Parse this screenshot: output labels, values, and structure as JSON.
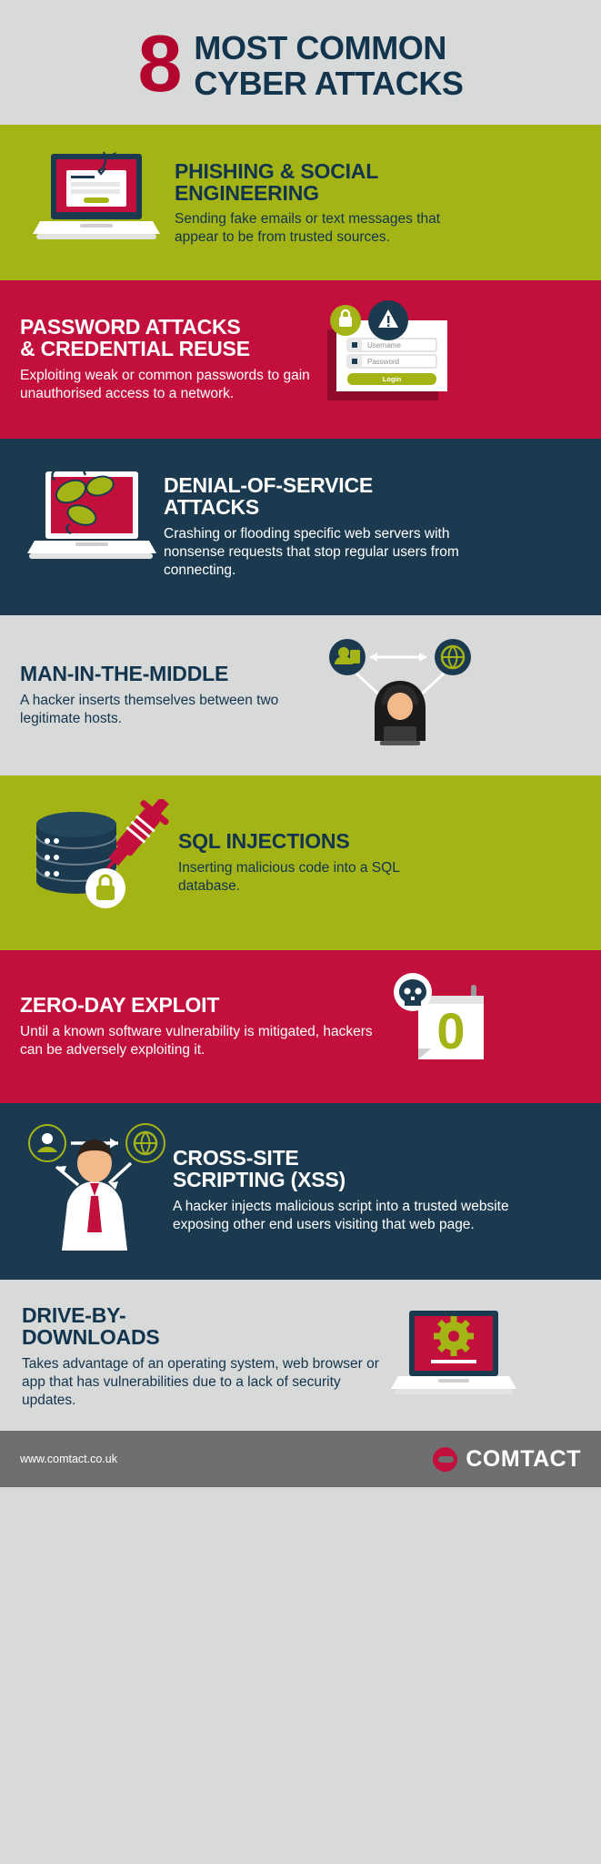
{
  "header": {
    "number": "8",
    "title_line1": "MOST COMMON",
    "title_line2": "CYBER ATTACKS"
  },
  "sections": [
    {
      "id": "phishing",
      "title_line1": "PHISHING & SOCIAL",
      "title_line2": "ENGINEERING",
      "body": "Sending fake emails or text messages that appear to be from trusted sources.",
      "bg": "#a4b415",
      "icon": "laptop-login-phishing-icon"
    },
    {
      "id": "password-attacks",
      "title_line1": "PASSWORD ATTACKS",
      "title_line2": "& CREDENTIAL REUSE",
      "body": "Exploiting weak or common passwords to gain unauthorised access to a network.",
      "bg": "#c30f3c",
      "icon": "login-form-warning-icon",
      "form": {
        "username_placeholder": "Username",
        "password_placeholder": "Password",
        "login_button": "Login"
      }
    },
    {
      "id": "denial-of-service",
      "title_line1": "DENIAL-OF-SERVICE",
      "title_line2": "ATTACKS",
      "body": "Crashing or flooding specific web servers with nonsense requests that stop regular users from connecting.",
      "bg": "#1b3a4f",
      "icon": "laptop-bombs-icon"
    },
    {
      "id": "man-in-the-middle",
      "title_line1": "MAN-IN-THE-MIDDLE",
      "title_line2": "",
      "body": "A hacker inserts themselves between two legitimate hosts.",
      "bg": "#d8d9d9",
      "icon": "hacker-between-nodes-icon"
    },
    {
      "id": "sql-injections",
      "title_line1": "SQL INJECTIONS",
      "title_line2": "",
      "body": "Inserting malicious code into a SQL database.",
      "bg": "#a4b415",
      "icon": "database-syringe-icon"
    },
    {
      "id": "zero-day-exploit",
      "title_line1": "ZERO-DAY EXPLOIT",
      "title_line2": "",
      "body": "Until a known software vulnerability is mitigated, hackers can be adversely exploiting it.",
      "bg": "#c30f3c",
      "icon": "calendar-skull-icon",
      "calendar_number": "0"
    },
    {
      "id": "cross-site-scripting",
      "title_line1": "CROSS-SITE",
      "title_line2": "SCRIPTING (XSS)",
      "body": "A hacker injects malicious script into a trusted website exposing other end users visiting that web page.",
      "bg": "#1b3a4f",
      "icon": "user-globe-script-icon"
    },
    {
      "id": "drive-by-downloads",
      "title_line1": "DRIVE-BY-",
      "title_line2": "DOWNLOADS",
      "body": "Takes advantage of an operating system, web browser or app that has vulnerabilities due to a lack of  security updates.",
      "bg": "#d8d9d9",
      "icon": "laptop-gear-icon"
    }
  ],
  "footer": {
    "url": "www.comtact.co.uk",
    "brand": "COMTACT"
  },
  "colors": {
    "green": "#a4b415",
    "red": "#c30f3c",
    "navy": "#1b3a4f",
    "grey": "#d8d9d9",
    "dark_red_number": "#b3062f",
    "footer_grey": "#6e6f71"
  }
}
